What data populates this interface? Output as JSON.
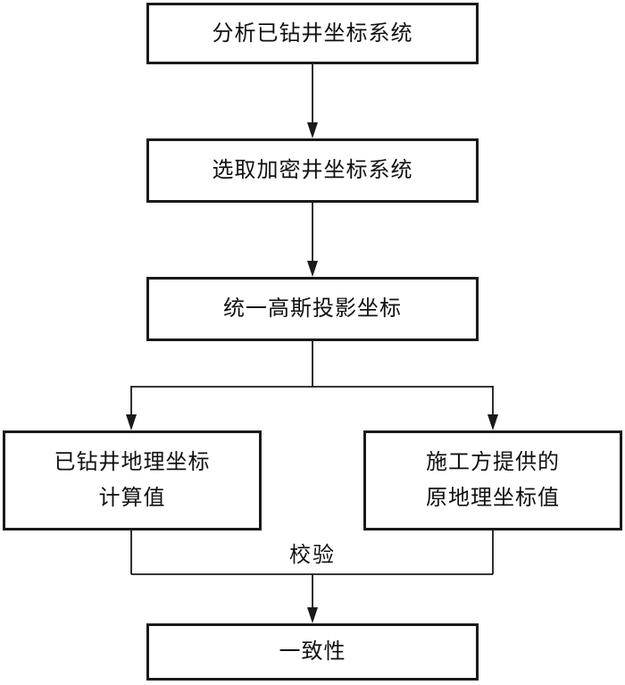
{
  "flowchart": {
    "nodes": {
      "analyze": {
        "label": "分析已钻井坐标系统"
      },
      "select": {
        "label": "选取加密井坐标系统"
      },
      "unify": {
        "label": "统一高斯投影坐标"
      },
      "drilled": {
        "line1": "已钻井地理坐标",
        "line2": "计算值"
      },
      "provided": {
        "line1": "施工方提供的",
        "line2": "原地理坐标值"
      },
      "consistency": {
        "label": "一致性"
      }
    },
    "labels": {
      "check": "校验"
    },
    "colors": {
      "line": "#1a1a1a",
      "background": "#ffffff",
      "box_fill": "#ffffff",
      "text": "#111111"
    }
  }
}
